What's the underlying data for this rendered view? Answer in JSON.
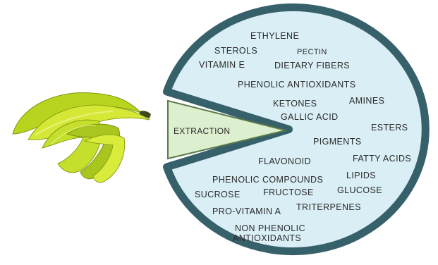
{
  "extraction_label": "EXTRACTION",
  "compounds": [
    "ETHYLENE",
    "STEROLS",
    "PECTIN",
    "VITAMIN E",
    "DIETARY FIBERS",
    "PHENOLIC ANTIOXIDANTS",
    "KETONES",
    "AMINES",
    "GALLIC ACID",
    "ESTERS",
    "PIGMENTS",
    "FATTY ACIDS",
    "FLAVONOID",
    "LIPIDS",
    "PHENOLIC COMPOUNDS",
    "SUCROSE",
    "FRUCTOSE",
    "GLUCOSE",
    "PRO-VITAMIN A",
    "TRITERPENES",
    "NON PHENOLIC",
    "ANTIOXIDANTS"
  ],
  "colors": {
    "pie_fill": "#d9eef5",
    "pie_border": "#36606a",
    "funnel_fill": "#dcefcf",
    "funnel_border": "#5a7a4a",
    "peel_light": "#d8ea3a",
    "peel_dark": "#9cb81a",
    "peel_tip": "#3f4a14"
  },
  "icons": [
    "banana-peel-icon"
  ]
}
